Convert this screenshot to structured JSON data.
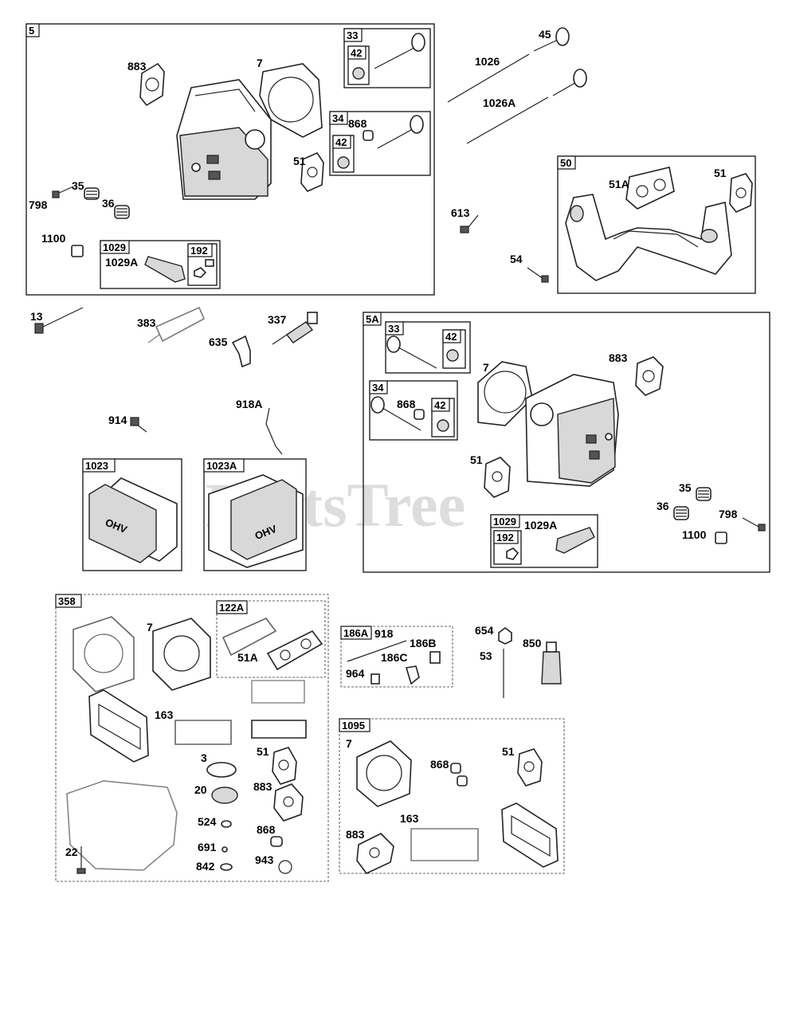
{
  "watermark": "PartsTree",
  "groups": {
    "g5": "5",
    "g33": "33",
    "g42a": "42",
    "g34": "34",
    "g42b": "42",
    "g1029": "1029",
    "g192": "192",
    "g50": "50",
    "g5A": "5A",
    "g5A33": "33",
    "g5A42a": "42",
    "g5A34": "34",
    "g5A42b": "42",
    "g5A1029": "1029",
    "g5A192": "192",
    "g1023": "1023",
    "g1023A": "1023A",
    "g358": "358",
    "g122A": "122A",
    "g186A": "186A",
    "g1095": "1095"
  },
  "labels": {
    "p883": "883",
    "p7": "7",
    "p51": "51",
    "p868": "868",
    "p35": "35",
    "p36": "36",
    "p798": "798",
    "p1100": "1100",
    "p1029A": "1029A",
    "p45": "45",
    "p1026": "1026",
    "p1026A": "1026A",
    "p613": "613",
    "p54": "54",
    "p51A": "51A",
    "p51b": "51",
    "p13": "13",
    "p383": "383",
    "p337": "337",
    "p635": "635",
    "p914": "914",
    "p918A": "918A",
    "q7": "7",
    "q883": "883",
    "q868": "868",
    "q51": "51",
    "q35": "35",
    "q36": "36",
    "q798": "798",
    "q1100": "1100",
    "q1029A": "1029A",
    "r7": "7",
    "r51A": "51A",
    "r163": "163",
    "r3": "3",
    "r20": "20",
    "r524": "524",
    "r691": "691",
    "r842": "842",
    "r22": "22",
    "r51": "51",
    "r883": "883",
    "r868": "868",
    "r943": "943",
    "s918": "918",
    "s186B": "186B",
    "s186C": "186C",
    "s964": "964",
    "s654": "654",
    "s850": "850",
    "s53": "53",
    "t7": "7",
    "t868": "868",
    "t51": "51",
    "t163": "163",
    "t883": "883"
  },
  "badges": {
    "ohv1": "OHV",
    "ohv2": "OHV"
  }
}
